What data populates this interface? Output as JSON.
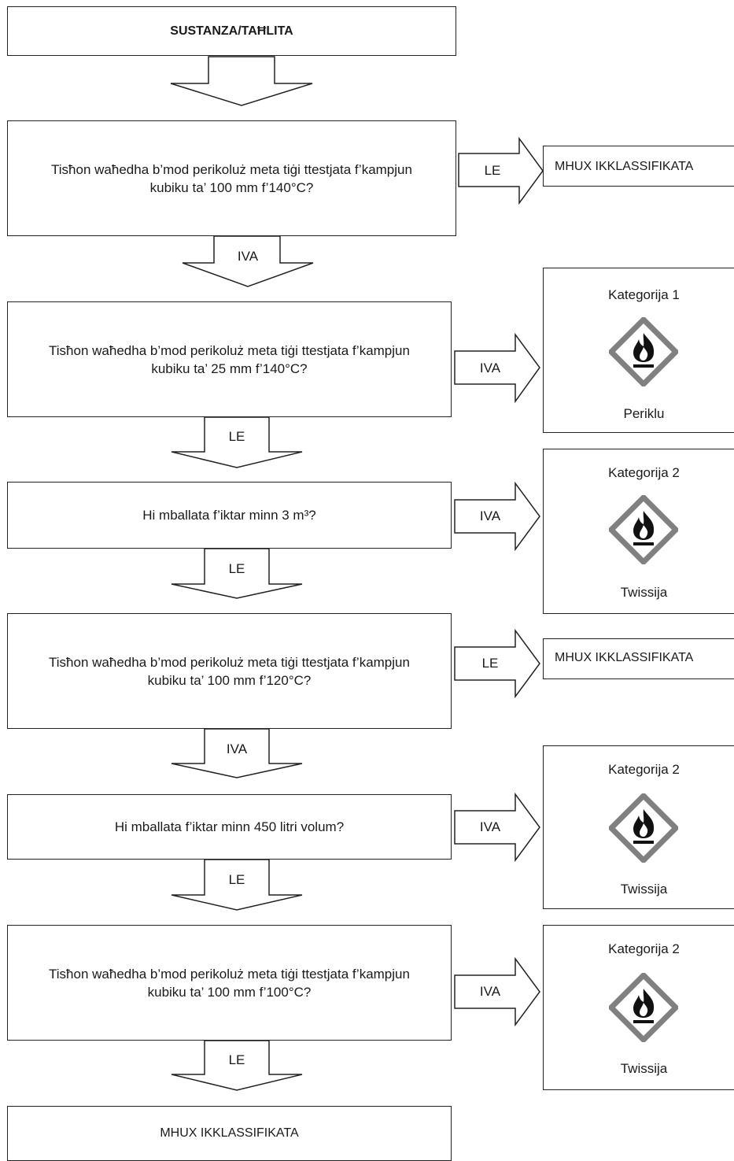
{
  "start": "SUSTANZA/TAĦLITA",
  "questions": [
    "Tisħon waħedha b’mod perikoluż meta tiġi ttestjata f’kampjun kubiku ta’ 100 mm f’140°C?",
    "Tisħon waħedha b’mod perikoluż meta tiġi ttestjata f’kampjun kubiku ta’ 25 mm f’140°C?",
    "Hi mballata f’iktar minn 3 m³?",
    "Tisħon waħedha b’mod perikoluż meta tiġi ttestjata f’kampjun kubiku ta’ 100 mm f’120°C?",
    "Hi mballata f’iktar minn 450 litri volum?",
    "Tisħon waħedha b’mod perikoluż meta tiġi ttestjata f’kampjun kubiku ta’ 100 mm f’100°C?"
  ],
  "not_classified": "MHUX IKKLASSIFIKATA",
  "categories": [
    {
      "title": "Kategorija 1",
      "word": "Periklu"
    },
    {
      "title": "Kategorija 2",
      "word": "Twissija"
    },
    {
      "title": "Kategorija 2",
      "word": "Twissija"
    },
    {
      "title": "Kategorija 2",
      "word": "Twissija"
    }
  ],
  "labels": {
    "yes": "IVA",
    "no": "LE"
  },
  "pictogram_icon": "flame-pictogram-icon",
  "colors": {
    "line": "#222222",
    "pictogram_border": "#808080"
  }
}
